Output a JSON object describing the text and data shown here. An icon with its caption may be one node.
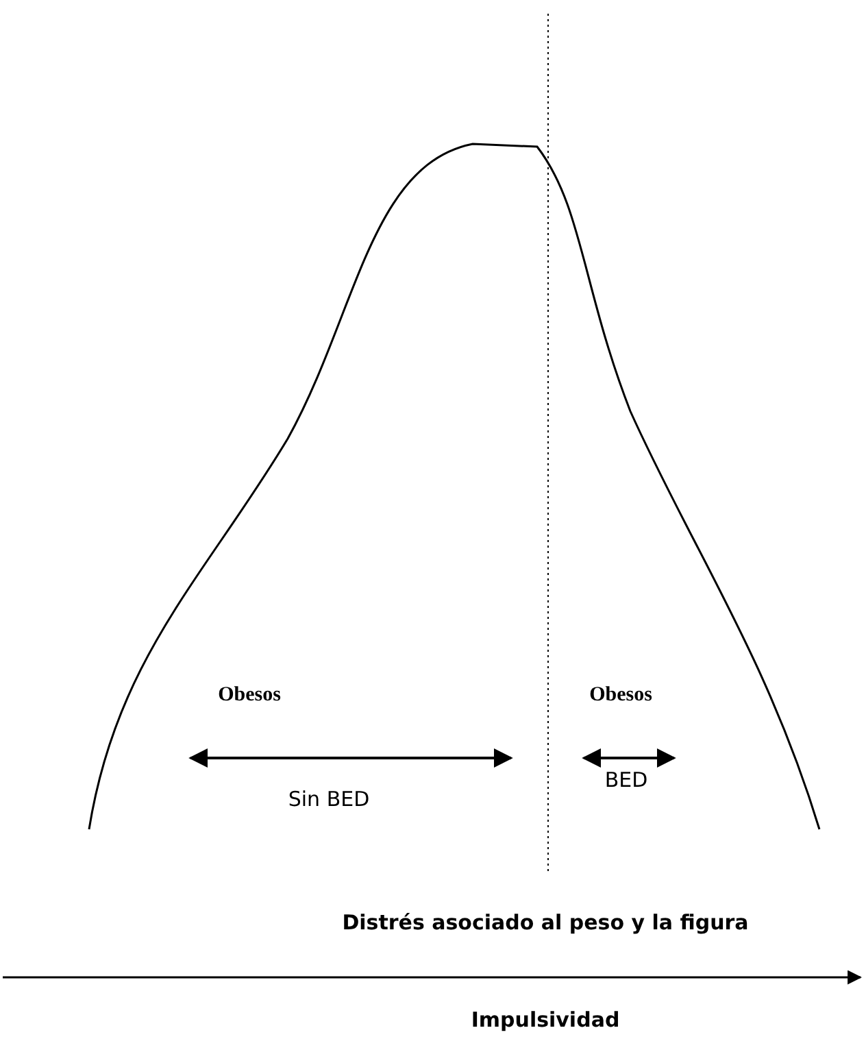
{
  "diagram": {
    "labels": [
      "Obesos",
      "Obesos",
      "Sin BED",
      "BED",
      "Distrés asociado al peso y la figura",
      "Impulsividad"
    ]
  }
}
